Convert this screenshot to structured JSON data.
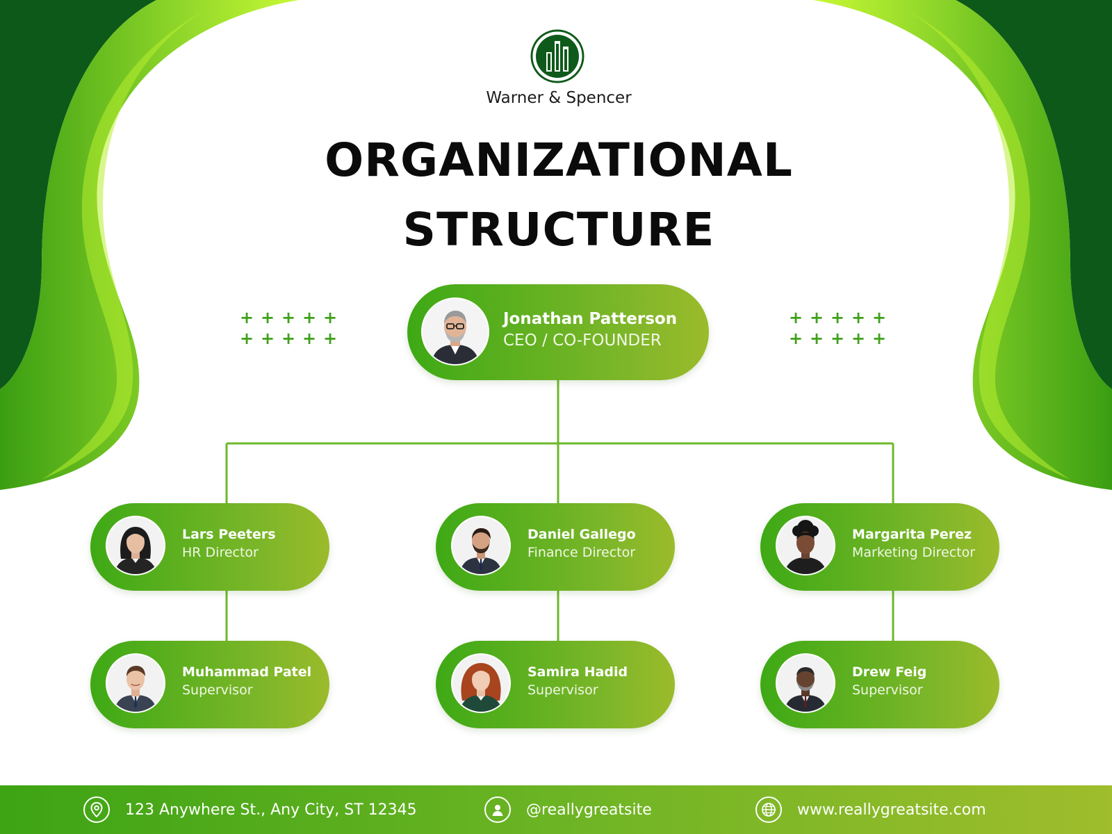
{
  "brand": {
    "company": "Warner & Spencer",
    "logo_icon": "building-logo-icon",
    "colors": {
      "dark_green": "#0e5a1a",
      "lime": "#c6f533",
      "node_green": "#3ea915",
      "node_olive": "#9bbb2b",
      "title": "#0b0b0b"
    }
  },
  "title": {
    "line1": "ORGANIZATIONAL",
    "line2": "STRUCTURE"
  },
  "org_chart": {
    "ceo": {
      "name": "Jonathan Patterson",
      "role": "CEO / CO-FOUNDER",
      "avatar": "man-glasses-beard-avatar"
    },
    "directors": [
      {
        "name": "Lars Peeters",
        "role": "HR Director",
        "avatar": "woman-dark-hair-avatar"
      },
      {
        "name": "Daniel Gallego",
        "role": "Finance Director",
        "avatar": "man-beard-suit-avatar"
      },
      {
        "name": "Margarita Perez",
        "role": "Marketing Director",
        "avatar": "woman-curly-hair-avatar"
      }
    ],
    "supervisors": [
      {
        "name": "Muhammad Patel",
        "role": "Supervisor",
        "avatar": "man-smiling-suit-avatar"
      },
      {
        "name": "Samira Hadid",
        "role": "Supervisor",
        "avatar": "woman-red-curly-hair-avatar"
      },
      {
        "name": "Drew Feig",
        "role": "Supervisor",
        "avatar": "man-gray-beard-avatar"
      }
    ]
  },
  "footer": {
    "address": "123 Anywhere St., Any City, ST 12345",
    "social": "@reallygreatsite",
    "website": "www.reallygreatsite.com",
    "icons": [
      "location-pin-icon",
      "user-icon",
      "globe-icon"
    ]
  }
}
